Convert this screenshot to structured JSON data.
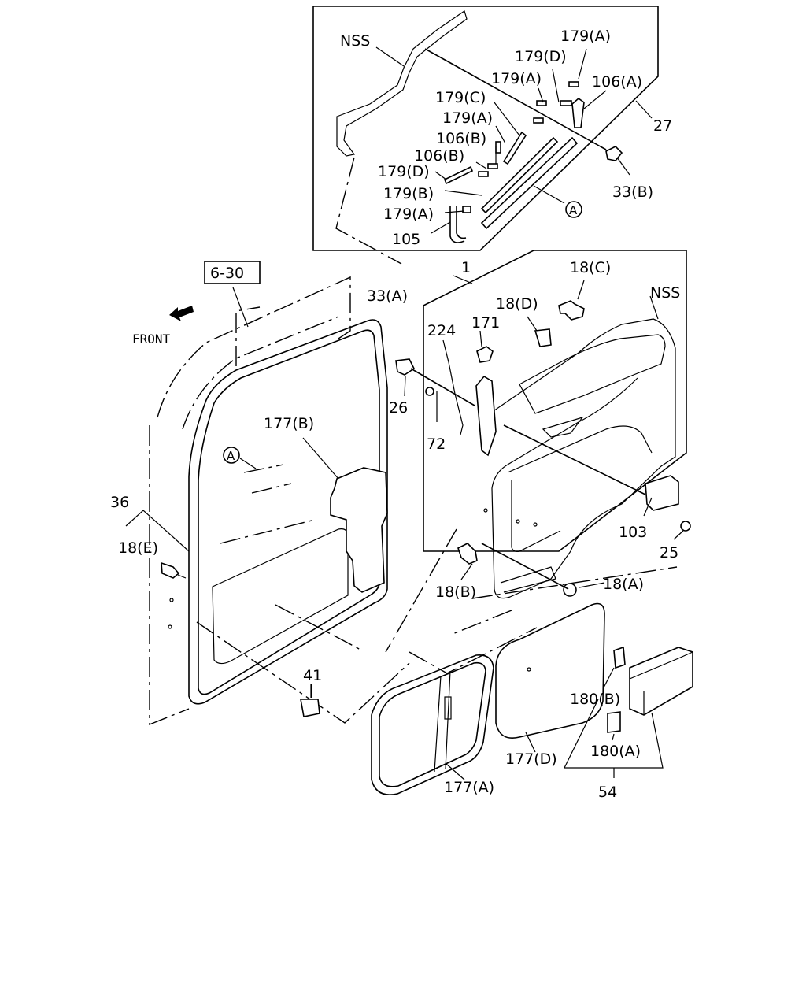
{
  "labels": {
    "nss_top": "NSS",
    "p179a_1": "179(A)",
    "p179d_1": "179(D)",
    "p179a_2": "179(A)",
    "p106a": "106(A)",
    "p179c": "179(C)",
    "p27": "27",
    "p179a_3": "179(A)",
    "p106b_1": "106(B)",
    "p106b_2": "106(B)",
    "p179d_2": "179(D)",
    "p33b": "33(B)",
    "p179b": "179(B)",
    "circle_a_top": "A",
    "p179a_4": "179(A)",
    "p105": "105",
    "p6_30": "6-30",
    "p33a": "33(A)",
    "p1": "1",
    "p18c": "18(C)",
    "nss_mid": "NSS",
    "p18d": "18(D)",
    "p224": "224",
    "p171": "171",
    "front": "FRONT",
    "p26": "26",
    "p177b": "177(B)",
    "p72": "72",
    "circle_a_left": "A",
    "p36": "36",
    "p18e": "18(E)",
    "p103": "103",
    "p25": "25",
    "p18b": "18(B)",
    "p18a": "18(A)",
    "p41": "41",
    "p180b": "180(B)",
    "p180a": "180(A)",
    "p177d": "177(D)",
    "p177a": "177(A)",
    "p54": "54"
  }
}
